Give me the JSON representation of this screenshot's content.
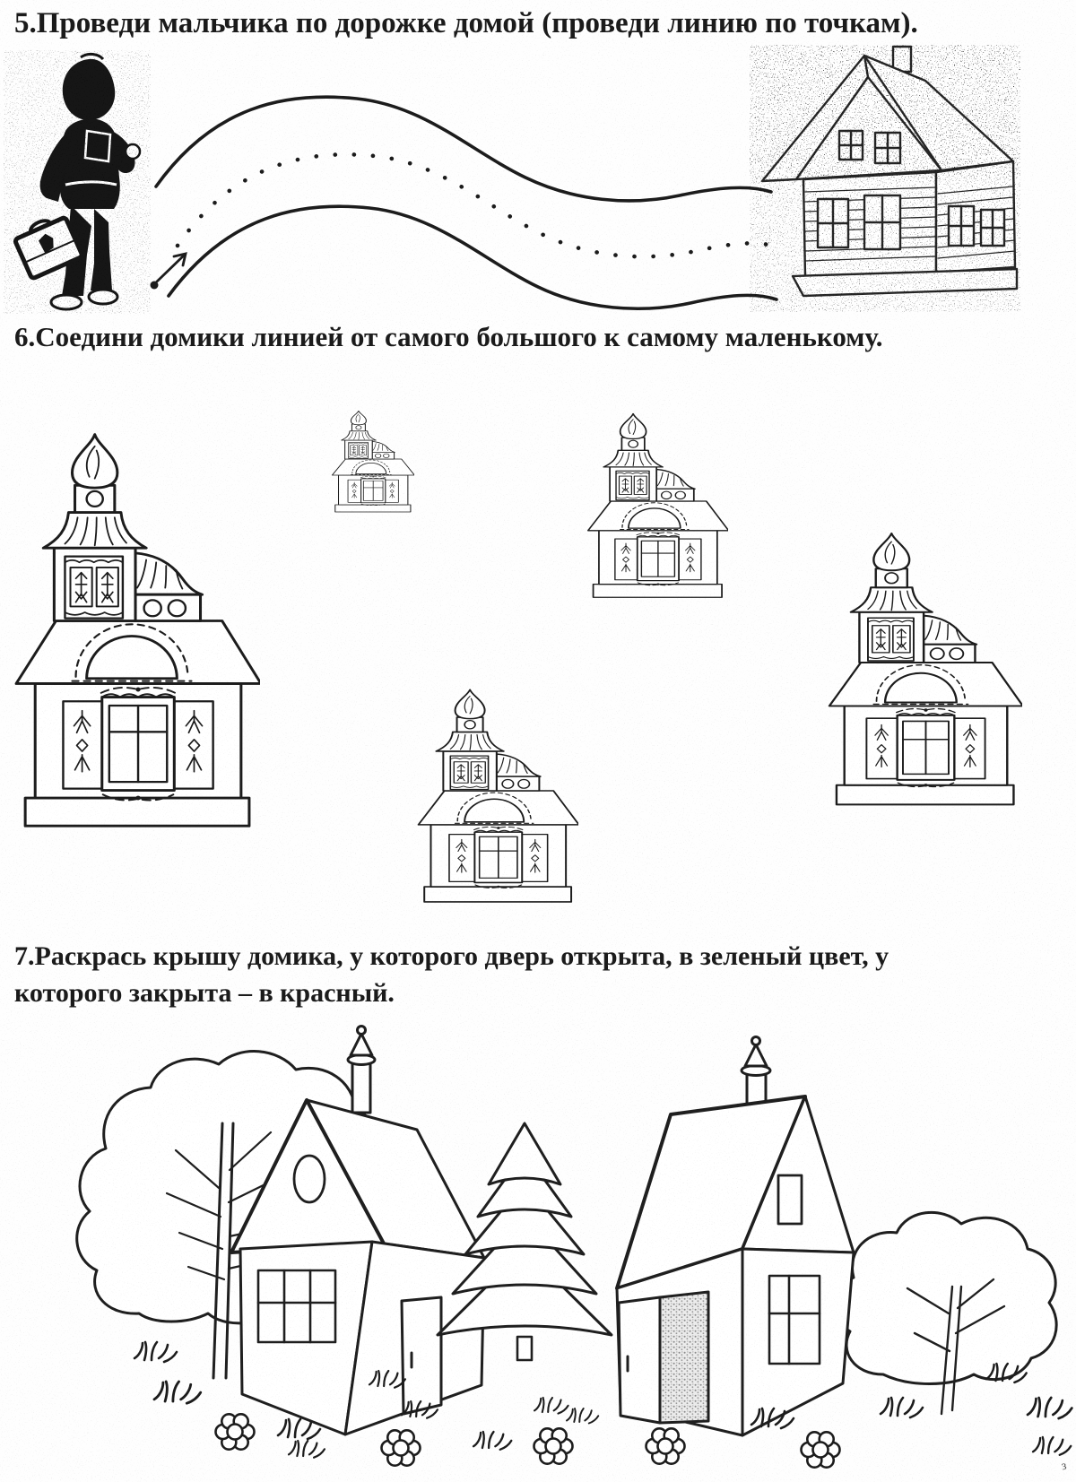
{
  "document": {
    "type": "scanned preschool worksheet",
    "language": "ru",
    "background": "#fefefe",
    "ink": "#1b1b1b",
    "corner_mark": "з"
  },
  "tasks": {
    "task5": {
      "heading": "5.Проведи мальчика по дорожке домой (проведи линию по точкам).",
      "figure": {
        "left": "boy-silhouette-with-schoolbag",
        "middle": "wavy-road-with-dotted-guide-line-and-start-arrow",
        "right": "log-house-sketch"
      }
    },
    "task6": {
      "heading": "6.Соедини домики линией от самого большого к самому маленькому.",
      "houses": [
        {
          "name": "terem-house",
          "position": "left",
          "size_rank": 1
        },
        {
          "name": "terem-house",
          "position": "top-center",
          "size_rank": 5
        },
        {
          "name": "terem-house",
          "position": "upper-right",
          "size_rank": 4
        },
        {
          "name": "terem-house",
          "position": "bottom-center",
          "size_rank": 3
        },
        {
          "name": "terem-house",
          "position": "right",
          "size_rank": 2
        }
      ]
    },
    "task7": {
      "heading_line1": "7.Раскрась крышу домика, у которого дверь открыта, в зеленый цвет, у",
      "heading_line2": "которого закрыта – в красный.",
      "scene": {
        "left_house_door": "closed",
        "right_house_door": "open",
        "elements": [
          "deciduous-tree",
          "house-with-closed-door",
          "fir-tree",
          "house-with-open-door",
          "bush",
          "grass-tufts",
          "flowers"
        ]
      }
    }
  }
}
